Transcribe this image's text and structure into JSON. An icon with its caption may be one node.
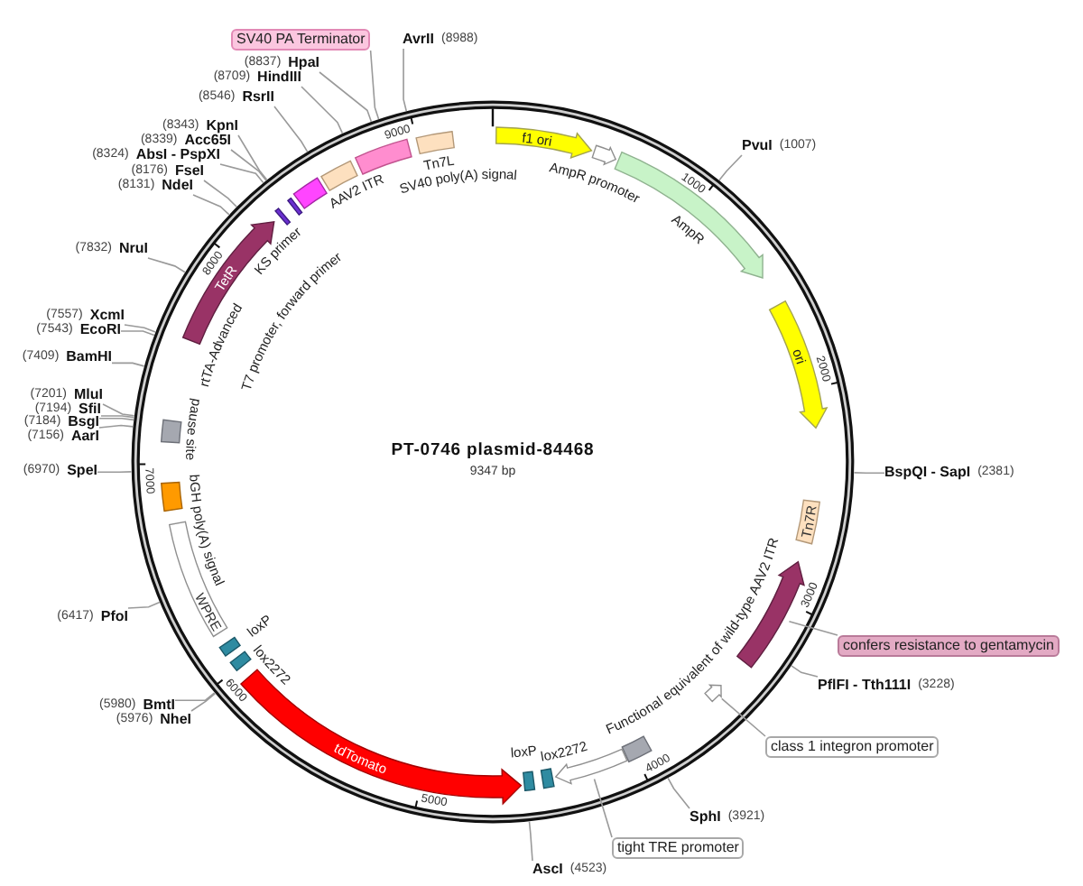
{
  "diagram": {
    "title": "PT-0746 plasmid-84468",
    "caption": "9347 bp",
    "nodes": [
      {
        "text": [],
        "shape": "circle"
      },
      {
        "text": [
          "f1 ori"
        ],
        "in": 0
      },
      {
        "text": [],
        "shape": "arrow",
        "beside": [
          "AmpR promoter"
        ],
        "in": 0
      },
      {
        "text": [],
        "shape": "arrow",
        "beside": [
          "AmpR"
        ],
        "in": 0
      },
      {
        "text": [
          "ori"
        ],
        "in": 0
      },
      {
        "text": [
          "Tn7R"
        ],
        "in": 0
      },
      {
        "text": [],
        "shape": "arrow",
        "in": 0
      },
      {
        "text": [],
        "shape": "arrow",
        "in": 0
      },
      {
        "text": [],
        "shape": "box",
        "beside": [
          "Functional equivalent of wild-type AAV2 ITR"
        ],
        "in": 0
      },
      {
        "text": [],
        "shape": "arrow",
        "in": 0
      },
      {
        "text": [],
        "shape": "box",
        "beside": [
          "lox2272"
        ],
        "in": 0
      },
      {
        "text": [],
        "shape": "box",
        "in": 0
      },
      {
        "text": [
          "tdTomato"
        ],
        "in": 0
      },
      {
        "text": [],
        "shape": "box",
        "beside": [
          "lox2272"
        ],
        "in": 0
      },
      {
        "text": [],
        "shape": "box",
        "beside": [
          "loxP"
        ],
        "in": 0
      },
      {
        "text": [
          "WPRE"
        ],
        "in": 0
      },
      {
        "text": [],
        "shape": "box",
        "beside": [
          "bGH poly(A) signal"
        ],
        "in": 0
      },
      {
        "text": [],
        "shape": "box",
        "beside": [
          "pause site"
        ],
        "in": 0
      },
      {
        "text": [
          "TetR"
        ],
        "beside": [
          "rtTA-Advanced"
        ],
        "in": 0
      },
      {
        "text": [],
        "shape": "bar",
        "beside": [
          "KS primer"
        ],
        "in": 0
      },
      {
        "text": [],
        "shape": "bar",
        "in": 0
      },
      {
        "text": [],
        "shape": "box",
        "in": 0
      },
      {
        "text": [],
        "shape": "box",
        "beside": [
          "AAV2 ITR"
        ],
        "in": 0
      },
      {
        "text": [],
        "shape": "box",
        "beside": [
          "SV40 poly(A) signal"
        ],
        "in": 0
      },
      {
        "text": [],
        "shape": "box",
        "beside": [
          "Tn7L"
        ],
        "in": 0
      },
      {
        "text": [
          "SV40 PA Terminator"
        ]
      },
      {
        "text": [
          "confers resistance to gentamycin"
        ]
      },
      {
        "text": [
          "class 1 integron promoter"
        ]
      },
      {
        "text": [
          "tight TRE promoter"
        ]
      },
      {
        "text": [
          "AvrII",
          "(8988)"
        ]
      },
      {
        "text": [
          "(8837)",
          "HpaI"
        ]
      },
      {
        "text": [
          "(8709)",
          "HindIII"
        ]
      },
      {
        "text": [
          "(8546)",
          "RsrII"
        ]
      },
      {
        "text": [
          "(8343)",
          "KpnI"
        ]
      },
      {
        "text": [
          "(8339)",
          "Acc65I"
        ]
      },
      {
        "text": [
          "(8324)",
          "AbsI - PspXI"
        ]
      },
      {
        "text": [
          "(8176)",
          "FseI"
        ]
      },
      {
        "text": [
          "(8131)",
          "NdeI"
        ]
      },
      {
        "text": [
          "(7832)",
          "NruI"
        ]
      },
      {
        "text": [
          "(7557)",
          "XcmI"
        ]
      },
      {
        "text": [
          "(7543)",
          "EcoRI"
        ]
      },
      {
        "text": [
          "(7409)",
          "BamHI"
        ]
      },
      {
        "text": [
          "(7201)",
          "MluI"
        ]
      },
      {
        "text": [
          "(7194)",
          "SfiI"
        ]
      },
      {
        "text": [
          "(7184)",
          "BsgI"
        ]
      },
      {
        "text": [
          "(7156)",
          "AarI"
        ]
      },
      {
        "text": [
          "(6970)",
          "SpeI"
        ]
      },
      {
        "text": [
          "(6417)",
          "PfoI"
        ]
      },
      {
        "text": [
          "(5980)",
          "BmtI"
        ]
      },
      {
        "text": [
          "(5976)",
          "NheI"
        ]
      },
      {
        "text": [
          "PvuI",
          "(1007)"
        ]
      },
      {
        "text": [
          "BspQI - SapI",
          "(2381)"
        ]
      },
      {
        "text": [
          "PflFI - Tth111I",
          "(3228)"
        ]
      },
      {
        "text": [
          "SphI",
          "(3921)"
        ]
      },
      {
        "text": [
          "AscI",
          "(4523)"
        ]
      }
    ],
    "edges": [
      {
        "from": 29,
        "to": 0,
        "arrow": "none"
      },
      {
        "from": 30,
        "to": 0,
        "arrow": "none"
      },
      {
        "from": 31,
        "to": 0,
        "arrow": "none"
      },
      {
        "from": 32,
        "to": 0,
        "arrow": "none"
      },
      {
        "from": 33,
        "to": 0,
        "arrow": "none"
      },
      {
        "from": 34,
        "to": 0,
        "arrow": "none"
      },
      {
        "from": 35,
        "to": 0,
        "arrow": "none"
      },
      {
        "from": 36,
        "to": 0,
        "arrow": "none"
      },
      {
        "from": 37,
        "to": 0,
        "arrow": "none"
      },
      {
        "from": 38,
        "to": 0,
        "arrow": "none"
      },
      {
        "from": 39,
        "to": 0,
        "arrow": "none"
      },
      {
        "from": 40,
        "to": 0,
        "arrow": "none"
      },
      {
        "from": 41,
        "to": 0,
        "arrow": "none"
      },
      {
        "from": 42,
        "to": 0,
        "arrow": "none"
      },
      {
        "from": 43,
        "to": 0,
        "arrow": "none"
      },
      {
        "from": 44,
        "to": 0,
        "arrow": "none"
      },
      {
        "from": 45,
        "to": 0,
        "arrow": "none"
      },
      {
        "from": 46,
        "to": 0,
        "arrow": "none"
      },
      {
        "from": 47,
        "to": 0,
        "arrow": "none"
      },
      {
        "from": 48,
        "to": 0,
        "arrow": "none"
      },
      {
        "from": 49,
        "to": 0,
        "arrow": "none"
      },
      {
        "from": 50,
        "to": 0,
        "arrow": "none"
      },
      {
        "from": 51,
        "to": 0,
        "arrow": "none"
      },
      {
        "from": 52,
        "to": 0,
        "arrow": "none"
      },
      {
        "from": 53,
        "to": 0,
        "arrow": "none"
      },
      {
        "from": 54,
        "to": 0,
        "arrow": "none"
      },
      {
        "from": 25,
        "to": 0,
        "arrow": "none"
      },
      {
        "from": 26,
        "to": 6,
        "arrow": "none"
      },
      {
        "from": 27,
        "to": 7,
        "arrow": "none"
      },
      {
        "from": 28,
        "to": 9,
        "arrow": "none"
      }
    ],
    "labels": [
      "1000",
      "2000",
      "3000",
      "4000",
      "5000",
      "6000",
      "7000",
      "8000",
      "9000",
      "T7 promoter, forward primer",
      "loxP"
    ]
  }
}
